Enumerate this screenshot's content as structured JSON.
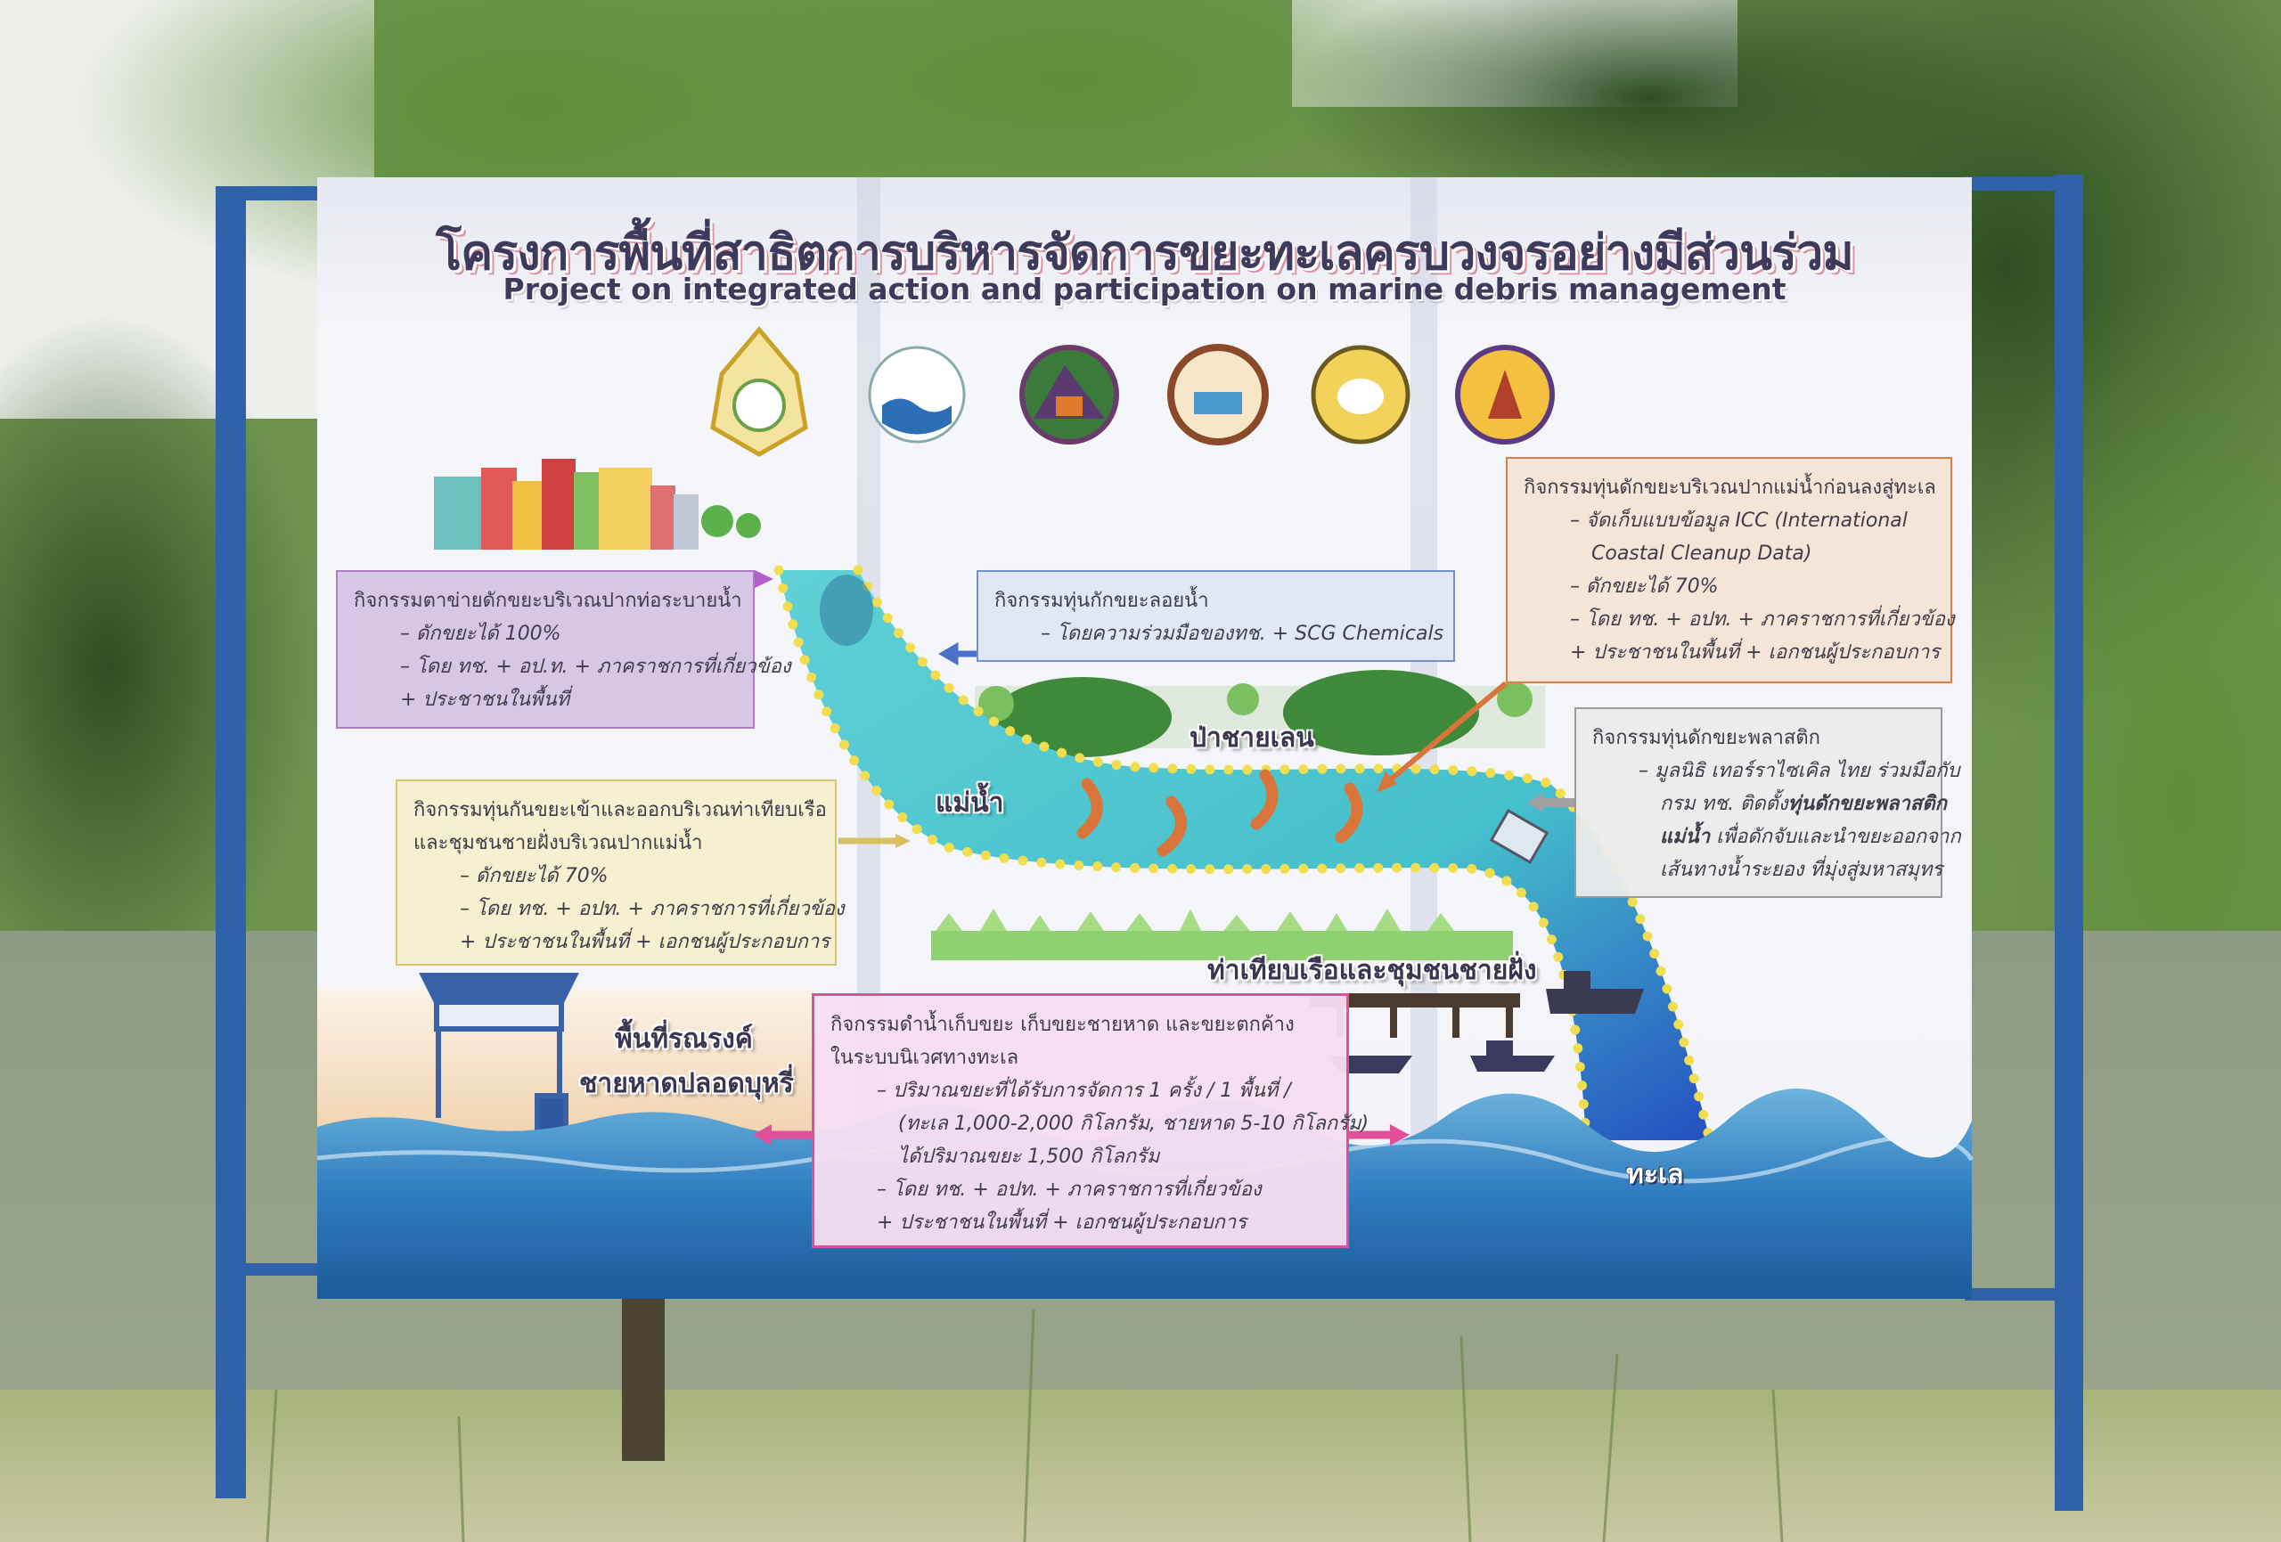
{
  "title_th": "โครงการพื้นที่สาธิตการบริหารจัดการขยะทะเลครบวงจรอย่างมีส่วนร่วม",
  "title_en": "Project on integrated action and participation on marine debris management",
  "logos": [
    "crest-emblem-icon",
    "marine-department-logo-icon",
    "mountain-house-seal-icon",
    "beach-seal-icon",
    "elephant-seal-icon",
    "temple-seal-icon"
  ],
  "colors": {
    "river": "#4fc9d0",
    "sea": "#2a74c0",
    "boom": "#d9753a",
    "title": "#3d3a5c",
    "frame": "#2f62a8"
  },
  "boxes": {
    "drain": {
      "heading": "กิจกรรมตาข่ายดักขยะบริเวณปากท่อระบายน้ำ",
      "lines": [
        "– ดักขยะได้ 100%",
        "– โดย ทช. + อป.ท. + ภาคราชการที่เกี่ยวข้อง",
        "+ ประชาชนในพื้นที่"
      ]
    },
    "float": {
      "heading": "กิจกรรมทุ่นกักขยะลอยน้ำ",
      "lines": [
        "– โดยความร่วมมือของทช. + SCG Chemicals"
      ]
    },
    "estuary": {
      "heading": "กิจกรรมทุ่นดักขยะบริเวณปากแม่น้ำก่อนลงสู่ทะเล",
      "lines": [
        "– จัดเก็บแบบข้อมูล ICC (International",
        "Coastal Cleanup Data)",
        "– ดักขยะได้ 70%",
        "– โดย ทช. + อปท. + ภาคราชการที่เกี่ยวข้อง",
        "+ ประชาชนในพื้นที่ + เอกชนผู้ประกอบการ"
      ]
    },
    "plastic": {
      "heading": "กิจกรรมทุ่นดักขยะพลาสติก",
      "lines": [
        "– มูลนิธิ เทอร์ราไซเคิล ไทย ร่วมมือกับ",
        [
          {
            "t": "กรม ทช. ติดตั้ง",
            "b": false
          },
          {
            "t": "ทุ่นดักขยะพลาสติก",
            "b": true
          }
        ],
        [
          {
            "t": "แม่น้ำ",
            "b": true
          },
          {
            "t": " เพื่อดักจับและนำขยะออกจาก",
            "b": false
          }
        ],
        "เส้นทางน้ำระยอง ที่มุ่งสู่มหาสมุทร"
      ]
    },
    "pier": {
      "heading": "กิจกรรมทุ่นกันขยะเข้าและออกบริเวณท่าเทียบเรือ",
      "heading2": "และชุมชนชายฝั่งบริเวณปากแม่น้ำ",
      "lines": [
        "– ดักขยะได้ 70%",
        "– โดย ทช. + อปท. + ภาคราชการที่เกี่ยวข้อง",
        "+ ประชาชนในพื้นที่ + เอกชนผู้ประกอบการ"
      ]
    },
    "dive": {
      "heading": "กิจกรรมดำน้ำเก็บขยะ เก็บขยะชายหาด และขยะตกค้าง",
      "heading2": "ในระบบนิเวศทางทะเล",
      "lines": [
        "– ปริมาณขยะที่ได้รับการจัดการ 1 ครั้ง / 1 พื้นที่ /",
        "(ทะเล 1,000-2,000 กิโลกรัม, ชายหาด 5-10 กิโลกรัม)",
        "ได้ปริมาณขยะ 1,500 กิโลกรัม",
        "– โดย ทช. + อปท. + ภาคราชการที่เกี่ยวข้อง",
        "+ ประชาชนในพื้นที่  + เอกชนผู้ประกอบการ"
      ]
    }
  },
  "labels": {
    "river": "แม่น้ำ",
    "mangrove": "ป่าชายเลน",
    "pier": "ท่าเทียบเรือและชุมชนชายฝั่ง",
    "campaign1": "พื้นที่รณรงค์",
    "campaign2": "ชายหาดปลอดบุหรี่",
    "sea": "ทะเล"
  }
}
